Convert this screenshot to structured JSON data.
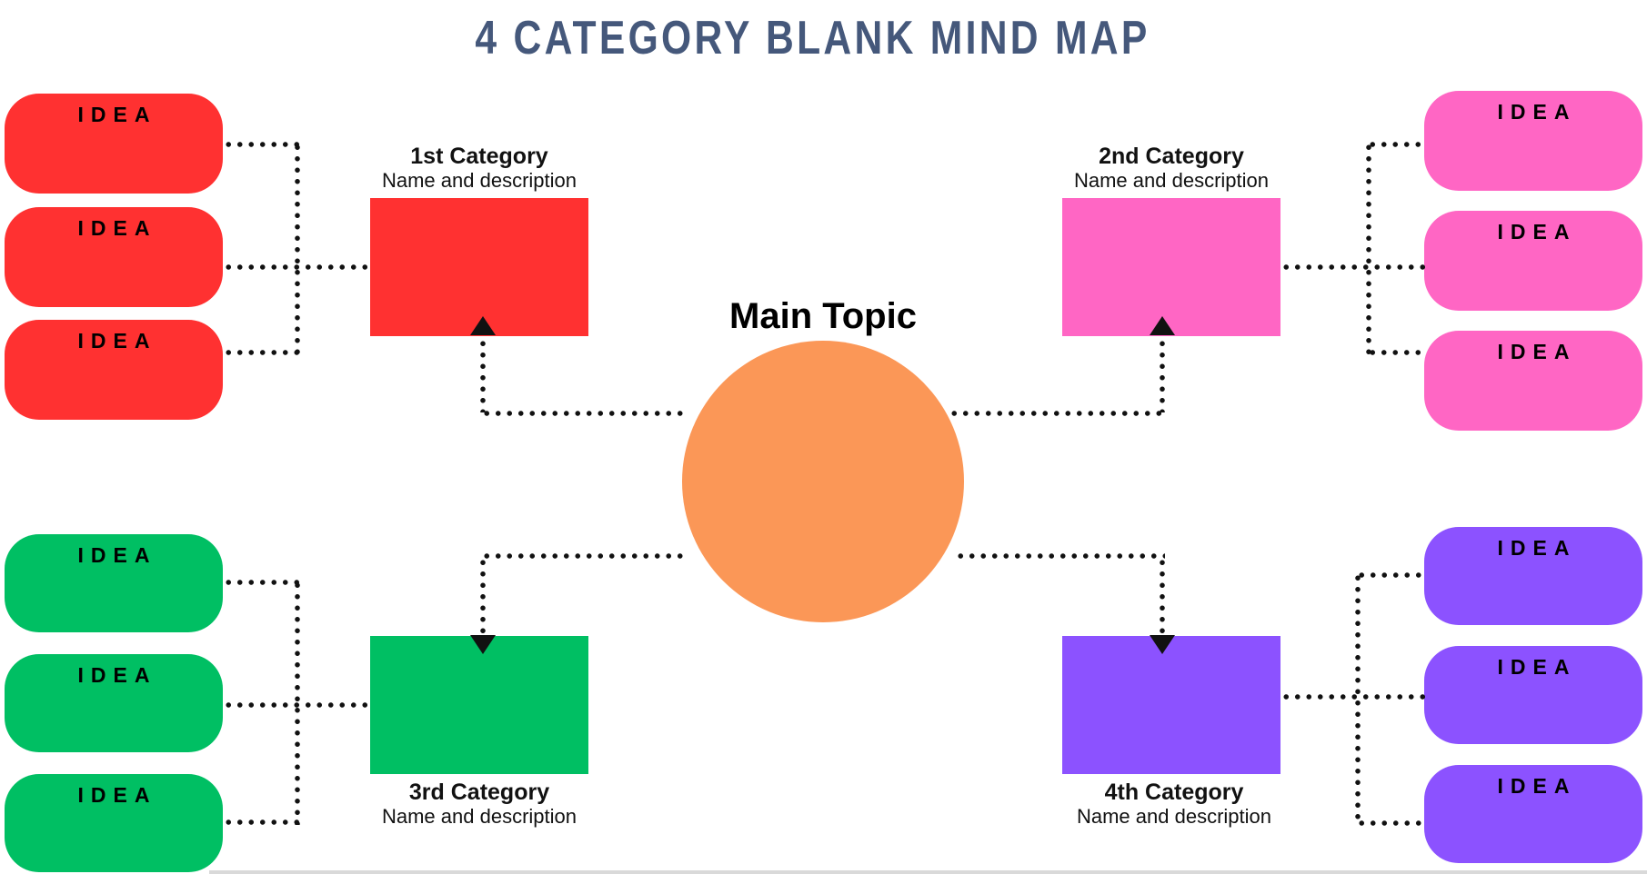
{
  "title": "4 CATEGORY BLANK MIND MAP",
  "center": {
    "label": "Main Topic",
    "color": "#FB9757"
  },
  "categories": [
    {
      "name": "1st Category",
      "description": "Name and description",
      "color": "#FF3131",
      "ideas": [
        "IDEA",
        "IDEA",
        "IDEA"
      ]
    },
    {
      "name": "2nd Category",
      "description": "Name and description",
      "color": "#FF66C4",
      "ideas": [
        "IDEA",
        "IDEA",
        "IDEA"
      ]
    },
    {
      "name": "3rd Category",
      "description": "Name and description",
      "color": "#00BF63",
      "ideas": [
        "IDEA",
        "IDEA",
        "IDEA"
      ]
    },
    {
      "name": "4th Category",
      "description": "Name and description",
      "color": "#8C52FF",
      "ideas": [
        "IDEA",
        "IDEA",
        "IDEA"
      ]
    }
  ],
  "colors": {
    "title": "#45587B",
    "background": "#FFFFFF",
    "connector": "#111111",
    "idea_text": "#000000"
  }
}
